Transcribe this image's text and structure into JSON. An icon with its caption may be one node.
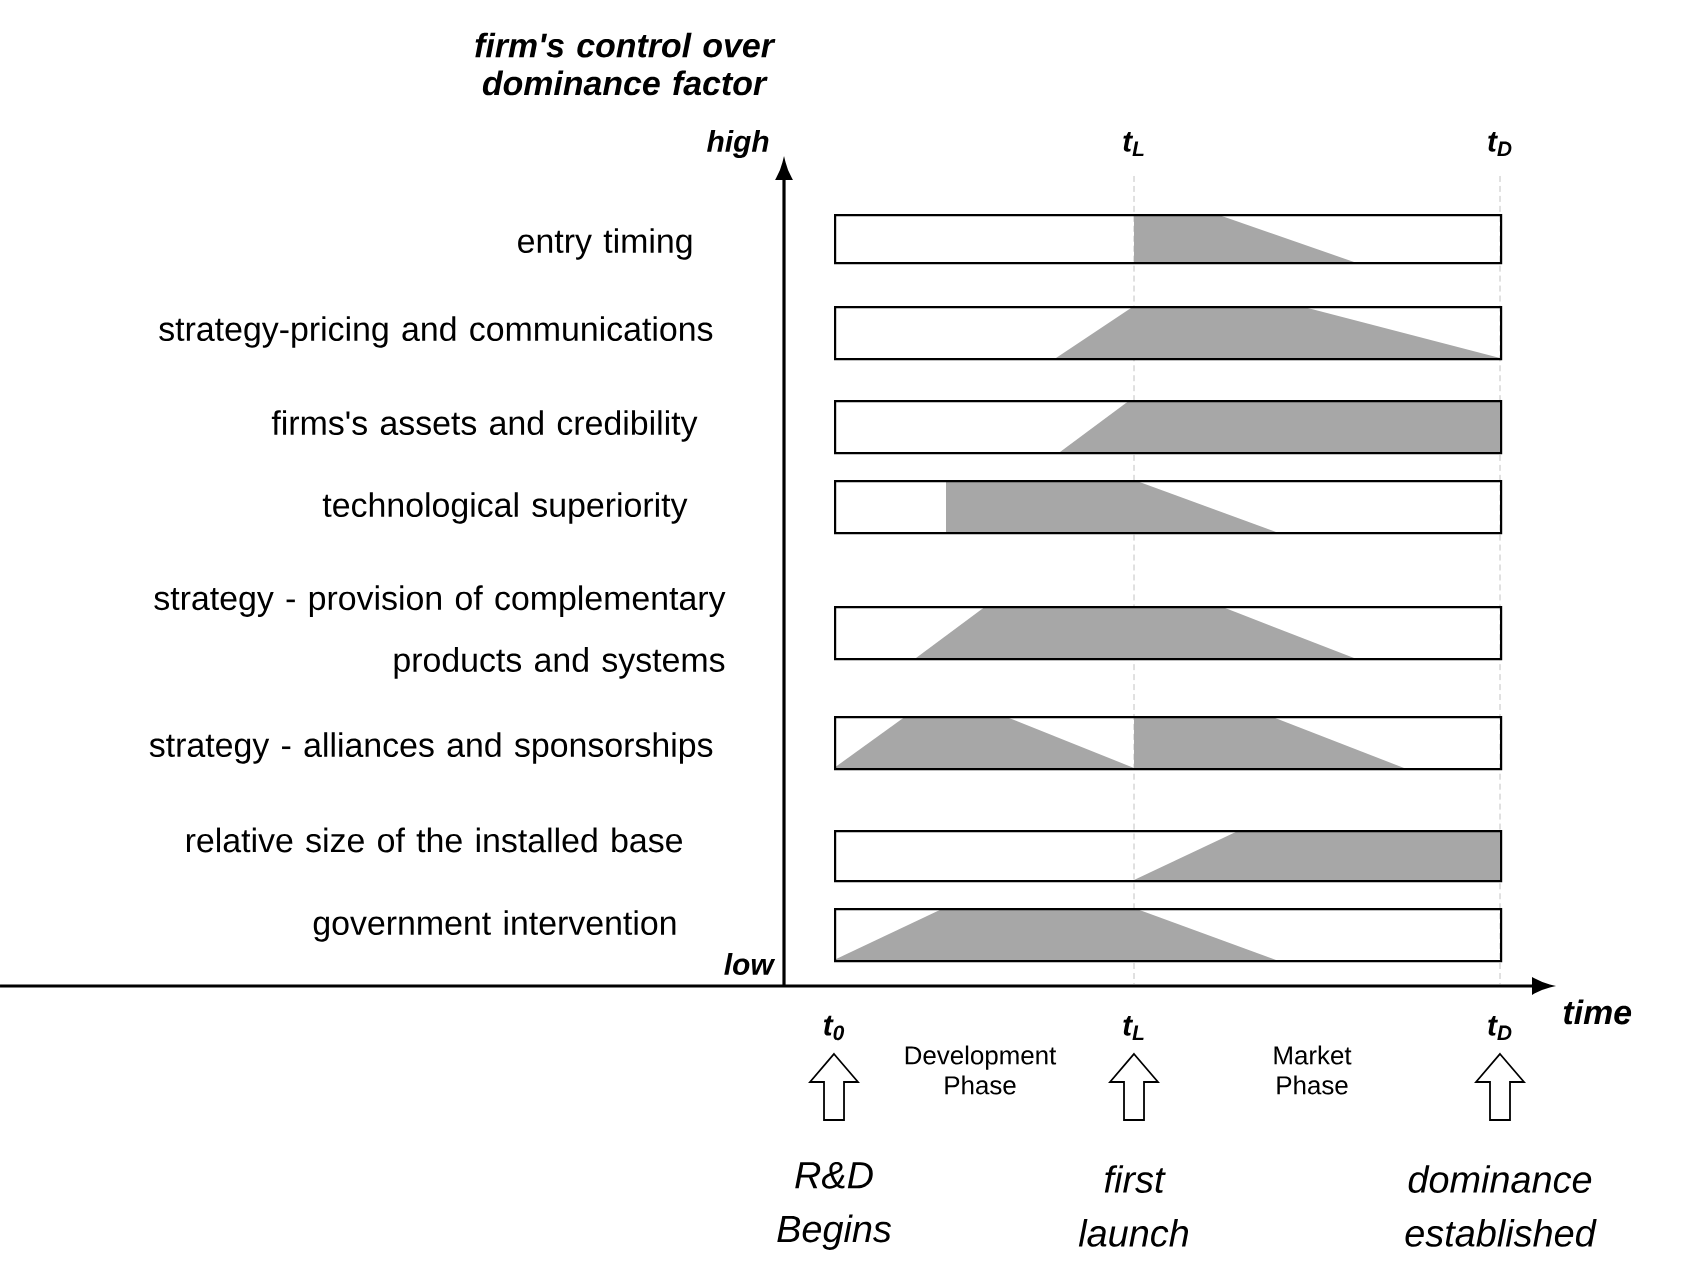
{
  "diagram": {
    "nodes": [
      {
        "text": [],
        "shape": "bar"
      },
      {
        "text": [],
        "shape": "bar"
      },
      {
        "text": [],
        "shape": "bar"
      },
      {
        "text": [],
        "shape": "bar"
      },
      {
        "text": [],
        "shape": "bar"
      },
      {
        "text": [],
        "shape": "bar"
      },
      {
        "text": [],
        "shape": "bar"
      },
      {
        "text": [],
        "shape": "bar"
      }
    ],
    "labels": [
      "firm's control over dominance factor",
      "high",
      "t$_{L}$",
      "t$_{D}$",
      "entry timing",
      "strategy-pricing and communications",
      "firms's assets and credibility",
      "technological superiority",
      "strategy - provision of complementary products and systems",
      "strategy - alliances and sponsorships",
      "relative size of the installed base",
      "government intervention",
      "low",
      "time",
      "t$_{0}$",
      "Development Phase",
      "t$_{L}$",
      "Market Phase",
      "t$_{D}$",
      "R&D Begins",
      "first launch",
      "dominance established"
    ]
  }
}
